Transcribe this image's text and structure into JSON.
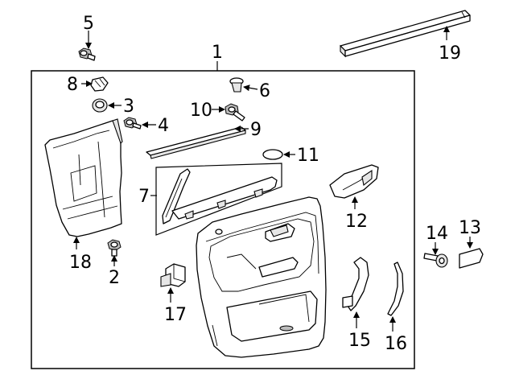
{
  "diagram": {
    "title": "",
    "callouts": {
      "c1": "1",
      "c2": "2",
      "c3": "3",
      "c4": "4",
      "c5": "5",
      "c6": "6",
      "c7": "7",
      "c8": "8",
      "c9": "9",
      "c10": "10",
      "c11": "11",
      "c12": "12",
      "c13": "13",
      "c14": "14",
      "c15": "15",
      "c16": "16",
      "c17": "17",
      "c18": "18",
      "c19": "19"
    },
    "parts": [
      "door-trim-panel",
      "bolt",
      "push-pin",
      "screw",
      "screw",
      "clip",
      "lower-trim-assembly",
      "retainer",
      "belt-molding",
      "screw",
      "seal",
      "handle-bezel",
      "bracket",
      "bolt",
      "pull-handle",
      "trim-strip",
      "switch",
      "water-deflector",
      "weatherstrip"
    ]
  }
}
